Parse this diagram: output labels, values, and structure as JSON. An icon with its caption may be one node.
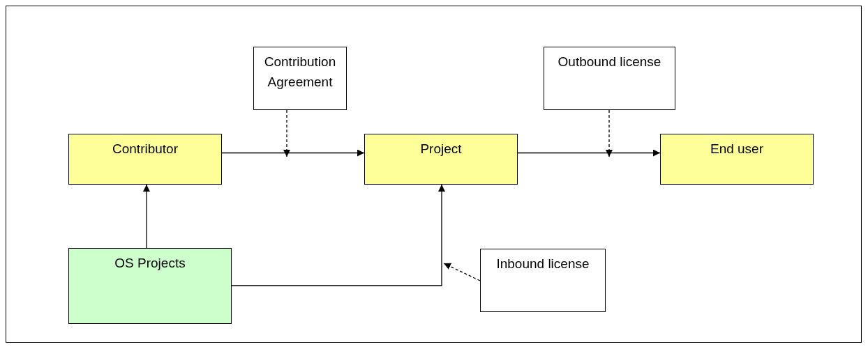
{
  "diagram": {
    "nodes": [
      {
        "text": [
          "Contribution Agreement"
        ]
      },
      {
        "text": [
          "Outbound license"
        ]
      },
      {
        "text": [
          "Contributor"
        ]
      },
      {
        "text": [
          "Project"
        ]
      },
      {
        "text": [
          "End user"
        ]
      },
      {
        "text": [
          "OS Projects"
        ]
      },
      {
        "text": [
          "Inbound license"
        ]
      }
    ],
    "edges": [
      {
        "from": 2,
        "to": 3,
        "arrow": "to"
      },
      {
        "from": 3,
        "to": 4,
        "arrow": "to"
      },
      {
        "from": 5,
        "to": 2,
        "arrow": "to"
      },
      {
        "from": 5,
        "to": 3,
        "arrow": "to"
      },
      {
        "from": 0,
        "to": null,
        "arrow": "to",
        "style": "dashed"
      },
      {
        "from": 1,
        "to": null,
        "arrow": "to",
        "style": "dashed"
      },
      {
        "from": 6,
        "to": null,
        "arrow": "to",
        "style": "dashed"
      }
    ]
  }
}
